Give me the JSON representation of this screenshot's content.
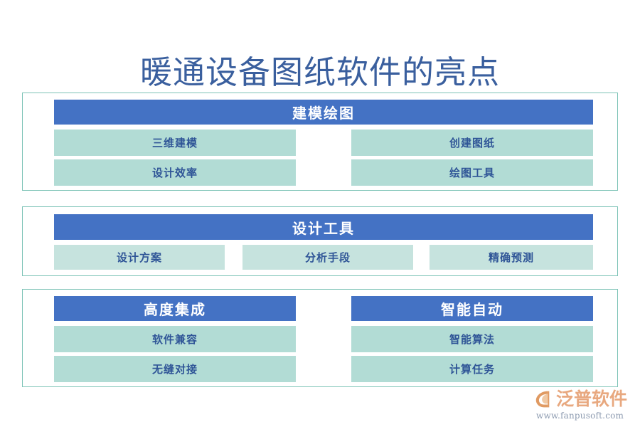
{
  "page": {
    "title": "暖通设备图纸软件的亮点",
    "background_color": "#ffffff",
    "title_color": "#3a5f9e",
    "accent_blue": "#4472c4",
    "chip_mint": "#b2dcd5",
    "chip_mint_light": "#c6e3de",
    "frame_border": "#7cc3b6",
    "chip_text_color": "#2f5597"
  },
  "sections": [
    {
      "id": "section-1",
      "layout": "single-header-two-column",
      "header": "建模绘图",
      "items": [
        {
          "label": "三维建模"
        },
        {
          "label": "创建图纸"
        },
        {
          "label": "设计效率"
        },
        {
          "label": "绘图工具"
        }
      ]
    },
    {
      "id": "section-2",
      "layout": "single-header-three-column",
      "header": "设计工具",
      "items": [
        {
          "label": "设计方案"
        },
        {
          "label": "分析手段"
        },
        {
          "label": "精确预测"
        }
      ]
    },
    {
      "id": "section-3",
      "layout": "two-header-two-column",
      "headers": [
        "高度集成",
        "智能自动"
      ],
      "items": [
        {
          "label": "软件兼容"
        },
        {
          "label": "智能算法"
        },
        {
          "label": "无缝对接"
        },
        {
          "label": "计算任务"
        }
      ]
    }
  ],
  "logo": {
    "mark": "fanpu-swoosh-icon",
    "wordmark": "泛普软件",
    "url": "www.fanpusoft.com",
    "mark_color": "#e09a62",
    "word_color": "#e8a87f",
    "url_color": "#8d9bb0"
  }
}
